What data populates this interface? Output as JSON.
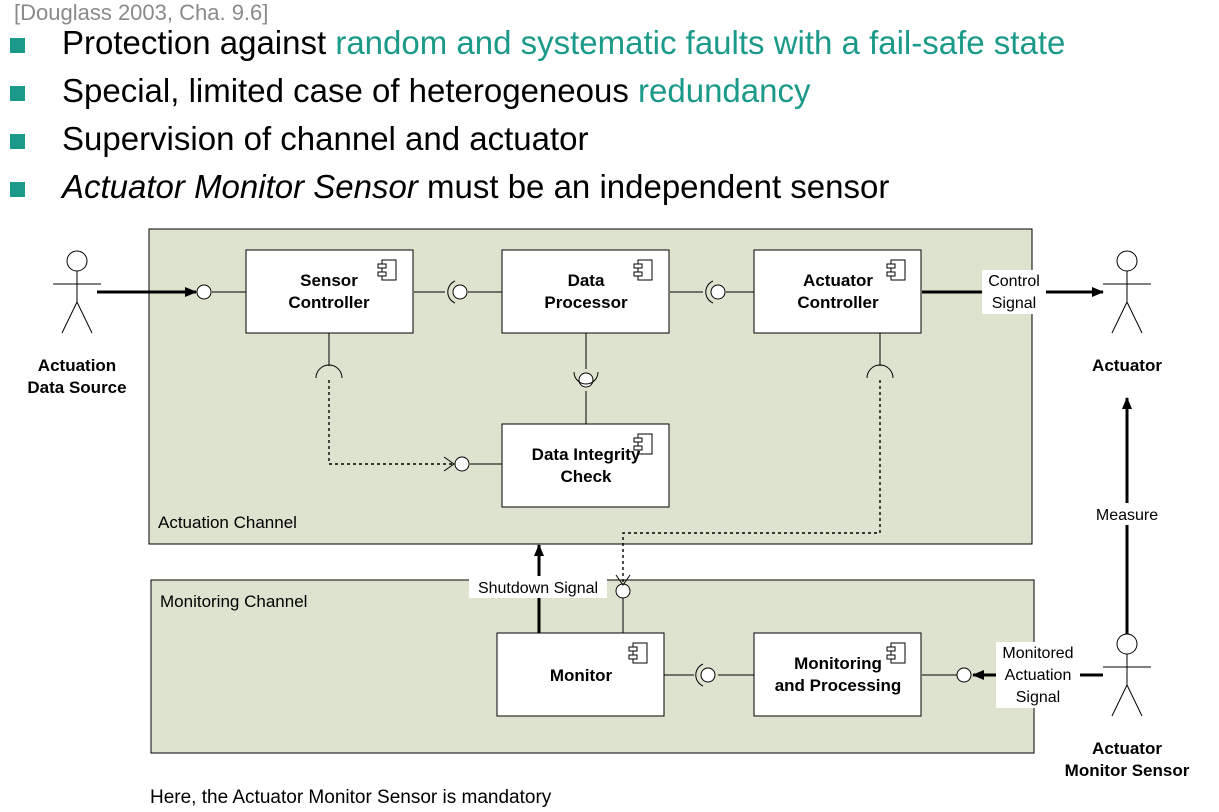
{
  "citation": "[Douglass 2003, Cha. 9.6]",
  "bullets": [
    {
      "a": "Protection against ",
      "b": "random and systematic faults with a fail-safe state"
    },
    {
      "a": "Special, limited case of heterogeneous ",
      "b": "redundancy"
    },
    {
      "a": "Supervision of channel and actuator"
    },
    {
      "a": "Actuator Monitor Sensor",
      "b": " must be an independent sensor"
    }
  ],
  "colors": {
    "accent": "#1b9a8a",
    "channel_fill": "#dde3cf"
  },
  "channels": {
    "actuation": "Actuation Channel",
    "monitoring": "Monitoring Channel"
  },
  "components": {
    "sensor_controller": [
      "Sensor",
      "Controller"
    ],
    "data_processor": [
      "Data",
      "Processor"
    ],
    "actuator_controller": [
      "Actuator",
      "Controller"
    ],
    "data_integrity_check": [
      "Data Integrity",
      "Check"
    ],
    "monitor": [
      "Monitor"
    ],
    "monitoring_processing": [
      "Monitoring",
      "and Processing"
    ]
  },
  "actors": {
    "data_source": [
      "Actuation",
      "Data Source"
    ],
    "actuator": [
      "Actuator"
    ],
    "monitor_sensor": [
      "Actuator",
      "Monitor Sensor"
    ]
  },
  "signals": {
    "control": [
      "Control",
      "Signal"
    ],
    "shutdown": "Shutdown Signal",
    "measure": "Measure",
    "monitored": [
      "Monitored",
      "Actuation",
      "Signal"
    ]
  },
  "footnote": "Here, the Actuator Monitor Sensor is mandatory"
}
